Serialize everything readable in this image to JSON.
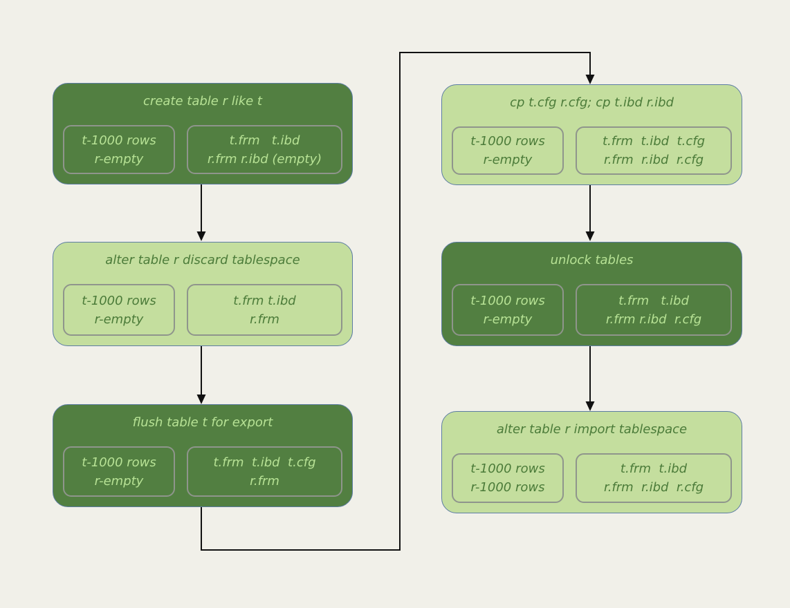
{
  "diagram": {
    "background_color": "#f1f0e9",
    "colors": {
      "node_dark_fill": "#527f41",
      "node_dark_text": "#b7e295",
      "node_light_fill": "#c4de9e",
      "node_light_text": "#4b7b39",
      "node_border": "#5c7ca3",
      "inner_box_border": "#8f958c",
      "arrow": "#111111"
    },
    "nodes": [
      {
        "id": "create-table",
        "variant": "dark",
        "title": "create table r like t",
        "rows_box": {
          "line1": "t-1000 rows",
          "line2": "r-empty"
        },
        "files_box": {
          "line1": "t.frm   t.ibd",
          "line2": "r.frm r.ibd (empty)"
        }
      },
      {
        "id": "discard-tablespace",
        "variant": "light",
        "title": "alter table r discard tablespace",
        "rows_box": {
          "line1": "t-1000 rows",
          "line2": "r-empty"
        },
        "files_box": {
          "line1": "t.frm t.ibd",
          "line2": "r.frm"
        }
      },
      {
        "id": "flush-table",
        "variant": "dark",
        "title": "flush table t for export",
        "rows_box": {
          "line1": "t-1000 rows",
          "line2": "r-empty"
        },
        "files_box": {
          "line1": "t.frm  t.ibd  t.cfg",
          "line2": "r.frm"
        }
      },
      {
        "id": "copy-files",
        "variant": "light",
        "title": "cp t.cfg r.cfg; cp t.ibd r.ibd",
        "rows_box": {
          "line1": "t-1000 rows",
          "line2": "r-empty"
        },
        "files_box": {
          "line1": "t.frm  t.ibd  t.cfg",
          "line2": "r.frm  r.ibd  r.cfg"
        }
      },
      {
        "id": "unlock-tables",
        "variant": "dark",
        "title": "unlock tables",
        "rows_box": {
          "line1": "t-1000 rows",
          "line2": "r-empty"
        },
        "files_box": {
          "line1": "t.frm   t.ibd",
          "line2": "r.frm r.ibd  r.cfg"
        }
      },
      {
        "id": "import-tablespace",
        "variant": "light",
        "title": "alter table r import tablespace",
        "rows_box": {
          "line1": "t-1000 rows",
          "line2": "r-1000 rows"
        },
        "files_box": {
          "line1": "t.frm  t.ibd",
          "line2": "r.frm  r.ibd  r.cfg"
        }
      }
    ],
    "edges": [
      {
        "from": "create-table",
        "to": "discard-tablespace"
      },
      {
        "from": "discard-tablespace",
        "to": "flush-table"
      },
      {
        "from": "flush-table",
        "to": "copy-files"
      },
      {
        "from": "copy-files",
        "to": "unlock-tables"
      },
      {
        "from": "unlock-tables",
        "to": "import-tablespace"
      }
    ]
  }
}
